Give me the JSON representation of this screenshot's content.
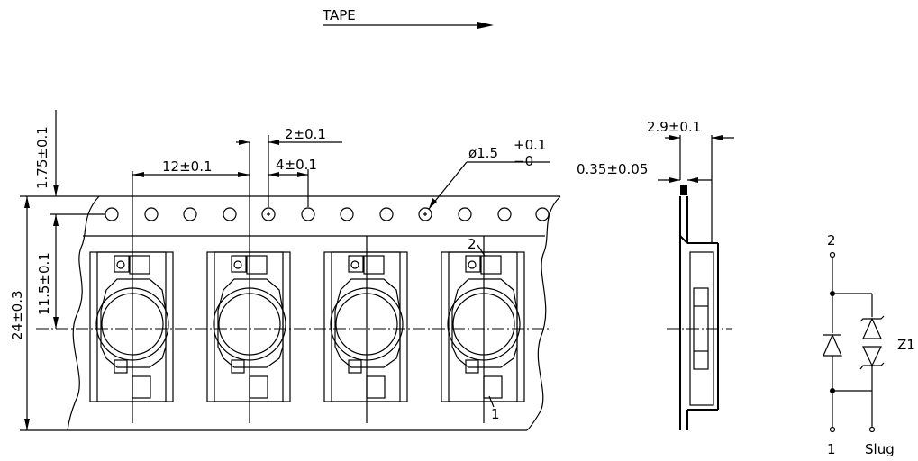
{
  "tape_direction_label": "TAPE",
  "dimensions": {
    "edge_to_hole": "1.75±0.1",
    "tape_width": "24±0.3",
    "hole_to_center": "11.5±0.1",
    "pocket_pitch": "12±0.1",
    "hole_offset": "2±0.1",
    "hole_pitch": "4±0.1",
    "hole_diameter_main": "ø1.5",
    "hole_diameter_plus": "+0.1",
    "hole_diameter_minus": "−0",
    "pocket_depth": "2.9±0.1",
    "tape_thickness": "0.35±0.05"
  },
  "pin_labels": {
    "top_pin": "2",
    "bottom_pin": "1"
  },
  "schematic": {
    "pin_top": "2",
    "pin_bottom": "1",
    "pin_slug": "Slug",
    "zener_label": "Z1"
  }
}
